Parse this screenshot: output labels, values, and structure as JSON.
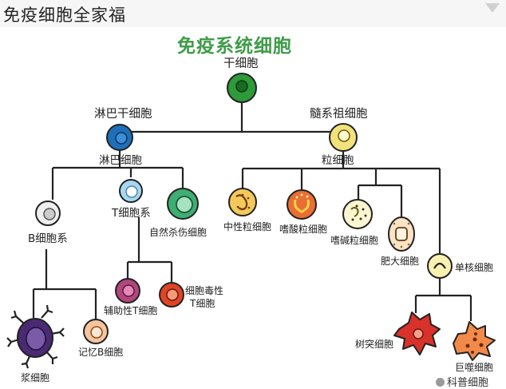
{
  "header": {
    "title": "免疫细胞全家福"
  },
  "diagram": {
    "title": "免疫系统细胞",
    "nodes": {
      "stem": "干细胞",
      "lymph_stem": "淋巴干细胞",
      "myeloid": "髓系祖细胞",
      "lymph": "淋巴细胞",
      "granulo": "粒细胞",
      "b_series": "B细胞系",
      "t_series": "T细胞系",
      "nk": "自然杀伤细胞",
      "neutro": "中性粒细胞",
      "eosino": "嗜酸粒细胞",
      "baso": "嗜碱粒细胞",
      "mast": "肥大细胞",
      "mono": "单核细胞",
      "helper_t": "辅助性T细胞",
      "cyto_t_1": "细胞毒性",
      "cyto_t_2": "T细胞",
      "plasma": "浆细胞",
      "mem_b": "记忆B细胞",
      "dendritic": "树突细胞",
      "macro": "巨噬细胞"
    }
  },
  "watermark": {
    "text": "科普细胞"
  },
  "colors": {
    "title_green": "#3f9b4a",
    "stem_fill": "#2e9a3a",
    "lymph_fill": "#1f6fb8",
    "myeloid_fill": "#f2e27a",
    "line": "#222222",
    "red_cell": "#e04424",
    "purple_cell": "#b2477d"
  }
}
